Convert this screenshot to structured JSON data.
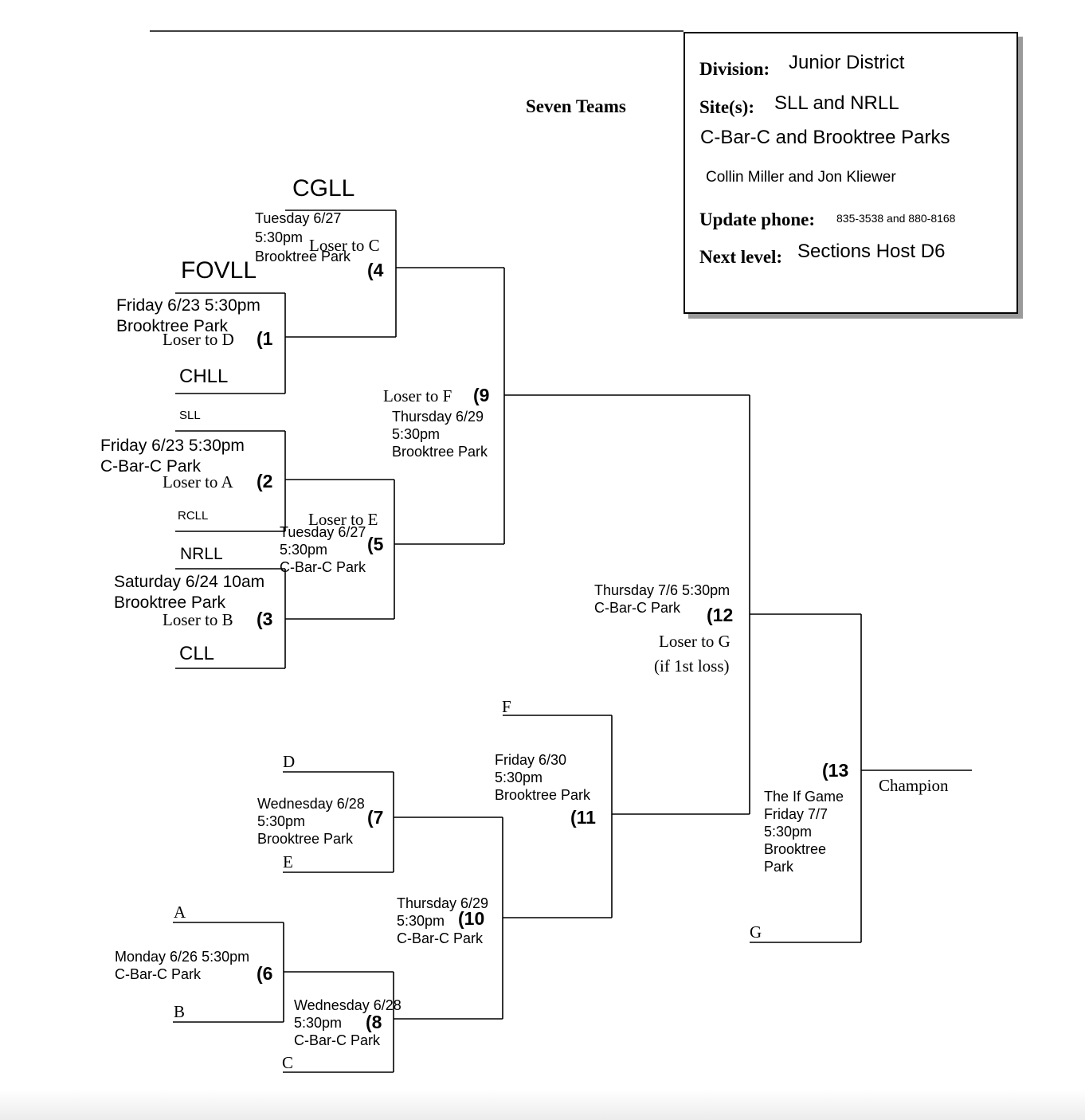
{
  "heading": "Seven Teams",
  "info": {
    "division_label": "Division:",
    "division_value": "Junior District",
    "sites_label": "Site(s):",
    "sites_value": "SLL and NRLL",
    "parks": "C-Bar-C and Brooktree Parks",
    "contacts": "Collin Miller and Jon Kliewer",
    "update_label": "Update phone:",
    "update_value": "835-3538 and 880-8168",
    "next_label": "Next level:",
    "next_value": "Sections Host D6"
  },
  "teams": {
    "cgll": "CGLL",
    "fovll": "FOVLL",
    "chll": "CHLL",
    "sll": "SLL",
    "rcll": "RCLL",
    "nrll": "NRLL",
    "cll": "CLL"
  },
  "games": {
    "g1": {
      "number": "(1",
      "details": [
        "Friday 6/23 5:30pm",
        "Brooktree Park"
      ],
      "loser": "Loser to D"
    },
    "g2": {
      "number": "(2",
      "details": [
        "Friday 6/23 5:30pm",
        "C-Bar-C  Park"
      ],
      "loser": "Loser to A"
    },
    "g3": {
      "number": "(3",
      "details": [
        "Saturday 6/24 10am",
        "Brooktree Park"
      ],
      "loser": "Loser to B"
    },
    "g4": {
      "number": "(4",
      "details": [
        "Tuesday 6/27",
        "5:30pm",
        "Brooktree Park"
      ],
      "loser": "Loser to C"
    },
    "g5": {
      "number": "(5",
      "details": [
        "Tuesday 6/27",
        "5:30pm",
        "C-Bar-C Park"
      ],
      "loser": "Loser to E"
    },
    "g6": {
      "number": "(6",
      "details": [
        "Monday 6/26 5:30pm",
        "C-Bar-C Park"
      ]
    },
    "g7": {
      "number": "(7",
      "details": [
        "Wednesday 6/28",
        "5:30pm",
        "Brooktree Park"
      ]
    },
    "g8": {
      "number": "(8",
      "details": [
        "Wednesday 6/28",
        "5:30pm",
        "C-Bar-C Park"
      ]
    },
    "g9": {
      "number": "(9",
      "details": [
        "Thursday 6/29",
        "5:30pm",
        "Brooktree Park"
      ],
      "loser": "Loser to F"
    },
    "g10": {
      "number": "(10",
      "details": [
        "Thursday 6/29",
        "5:30pm",
        "C-Bar-C Park"
      ]
    },
    "g11": {
      "number": "(11",
      "details": [
        "Friday 6/30",
        "5:30pm",
        "Brooktree Park"
      ]
    },
    "g12": {
      "number": "(12",
      "details": [
        "Thursday 7/6 5:30pm",
        "C-Bar-C Park"
      ],
      "loser": "Loser to G",
      "loser_note": "(if 1st loss)"
    },
    "g13": {
      "number": "(13",
      "details": [
        "The If Game",
        "Friday 7/7",
        "5:30pm",
        "Brooktree",
        "Park"
      ]
    }
  },
  "slots": {
    "a": "A",
    "b": "B",
    "c": "C",
    "d": "D",
    "e": "E",
    "f": "F",
    "g": "G"
  },
  "champion": "Champion"
}
